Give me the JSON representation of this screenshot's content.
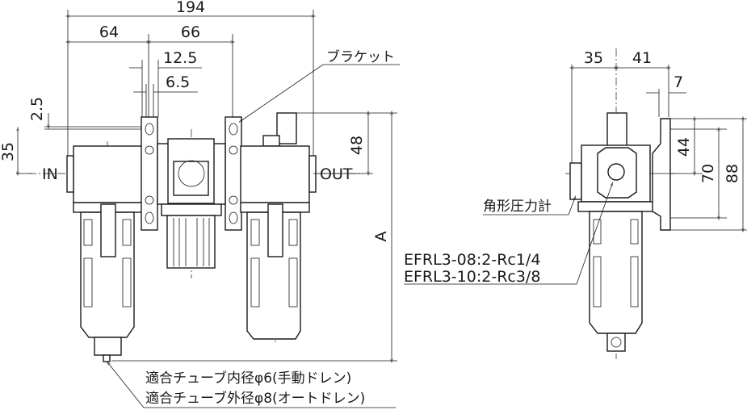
{
  "front_view": {
    "dims": {
      "overall_width": "194",
      "inlet_to_bracket": "64",
      "bracket_to_bracket": "66",
      "bracket_width": "12.5",
      "bracket_hole": "6.5",
      "bracket_offset": "2.5",
      "hole_to_port": "35",
      "cap_to_port": "48",
      "overall_height": "A"
    },
    "port_in": "IN",
    "port_out": "OUT",
    "bracket_label": "ブラケット",
    "drain_notes": [
      "適合チューブ内径φ6(手動ドレン)",
      "適合チューブ外径φ8(オートドレン)"
    ]
  },
  "side_view": {
    "dims": {
      "port_to_center": "35",
      "center_to_bracket": "41",
      "bracket_thickness": "7",
      "top_to_port": "44",
      "hole_pitch": "70",
      "bracket_height": "88"
    },
    "gauge_label": "角形圧力計",
    "port_notes": [
      "EFRL3-08:2-Rc1/4",
      "EFRL3-10:2-Rc3/8"
    ]
  }
}
